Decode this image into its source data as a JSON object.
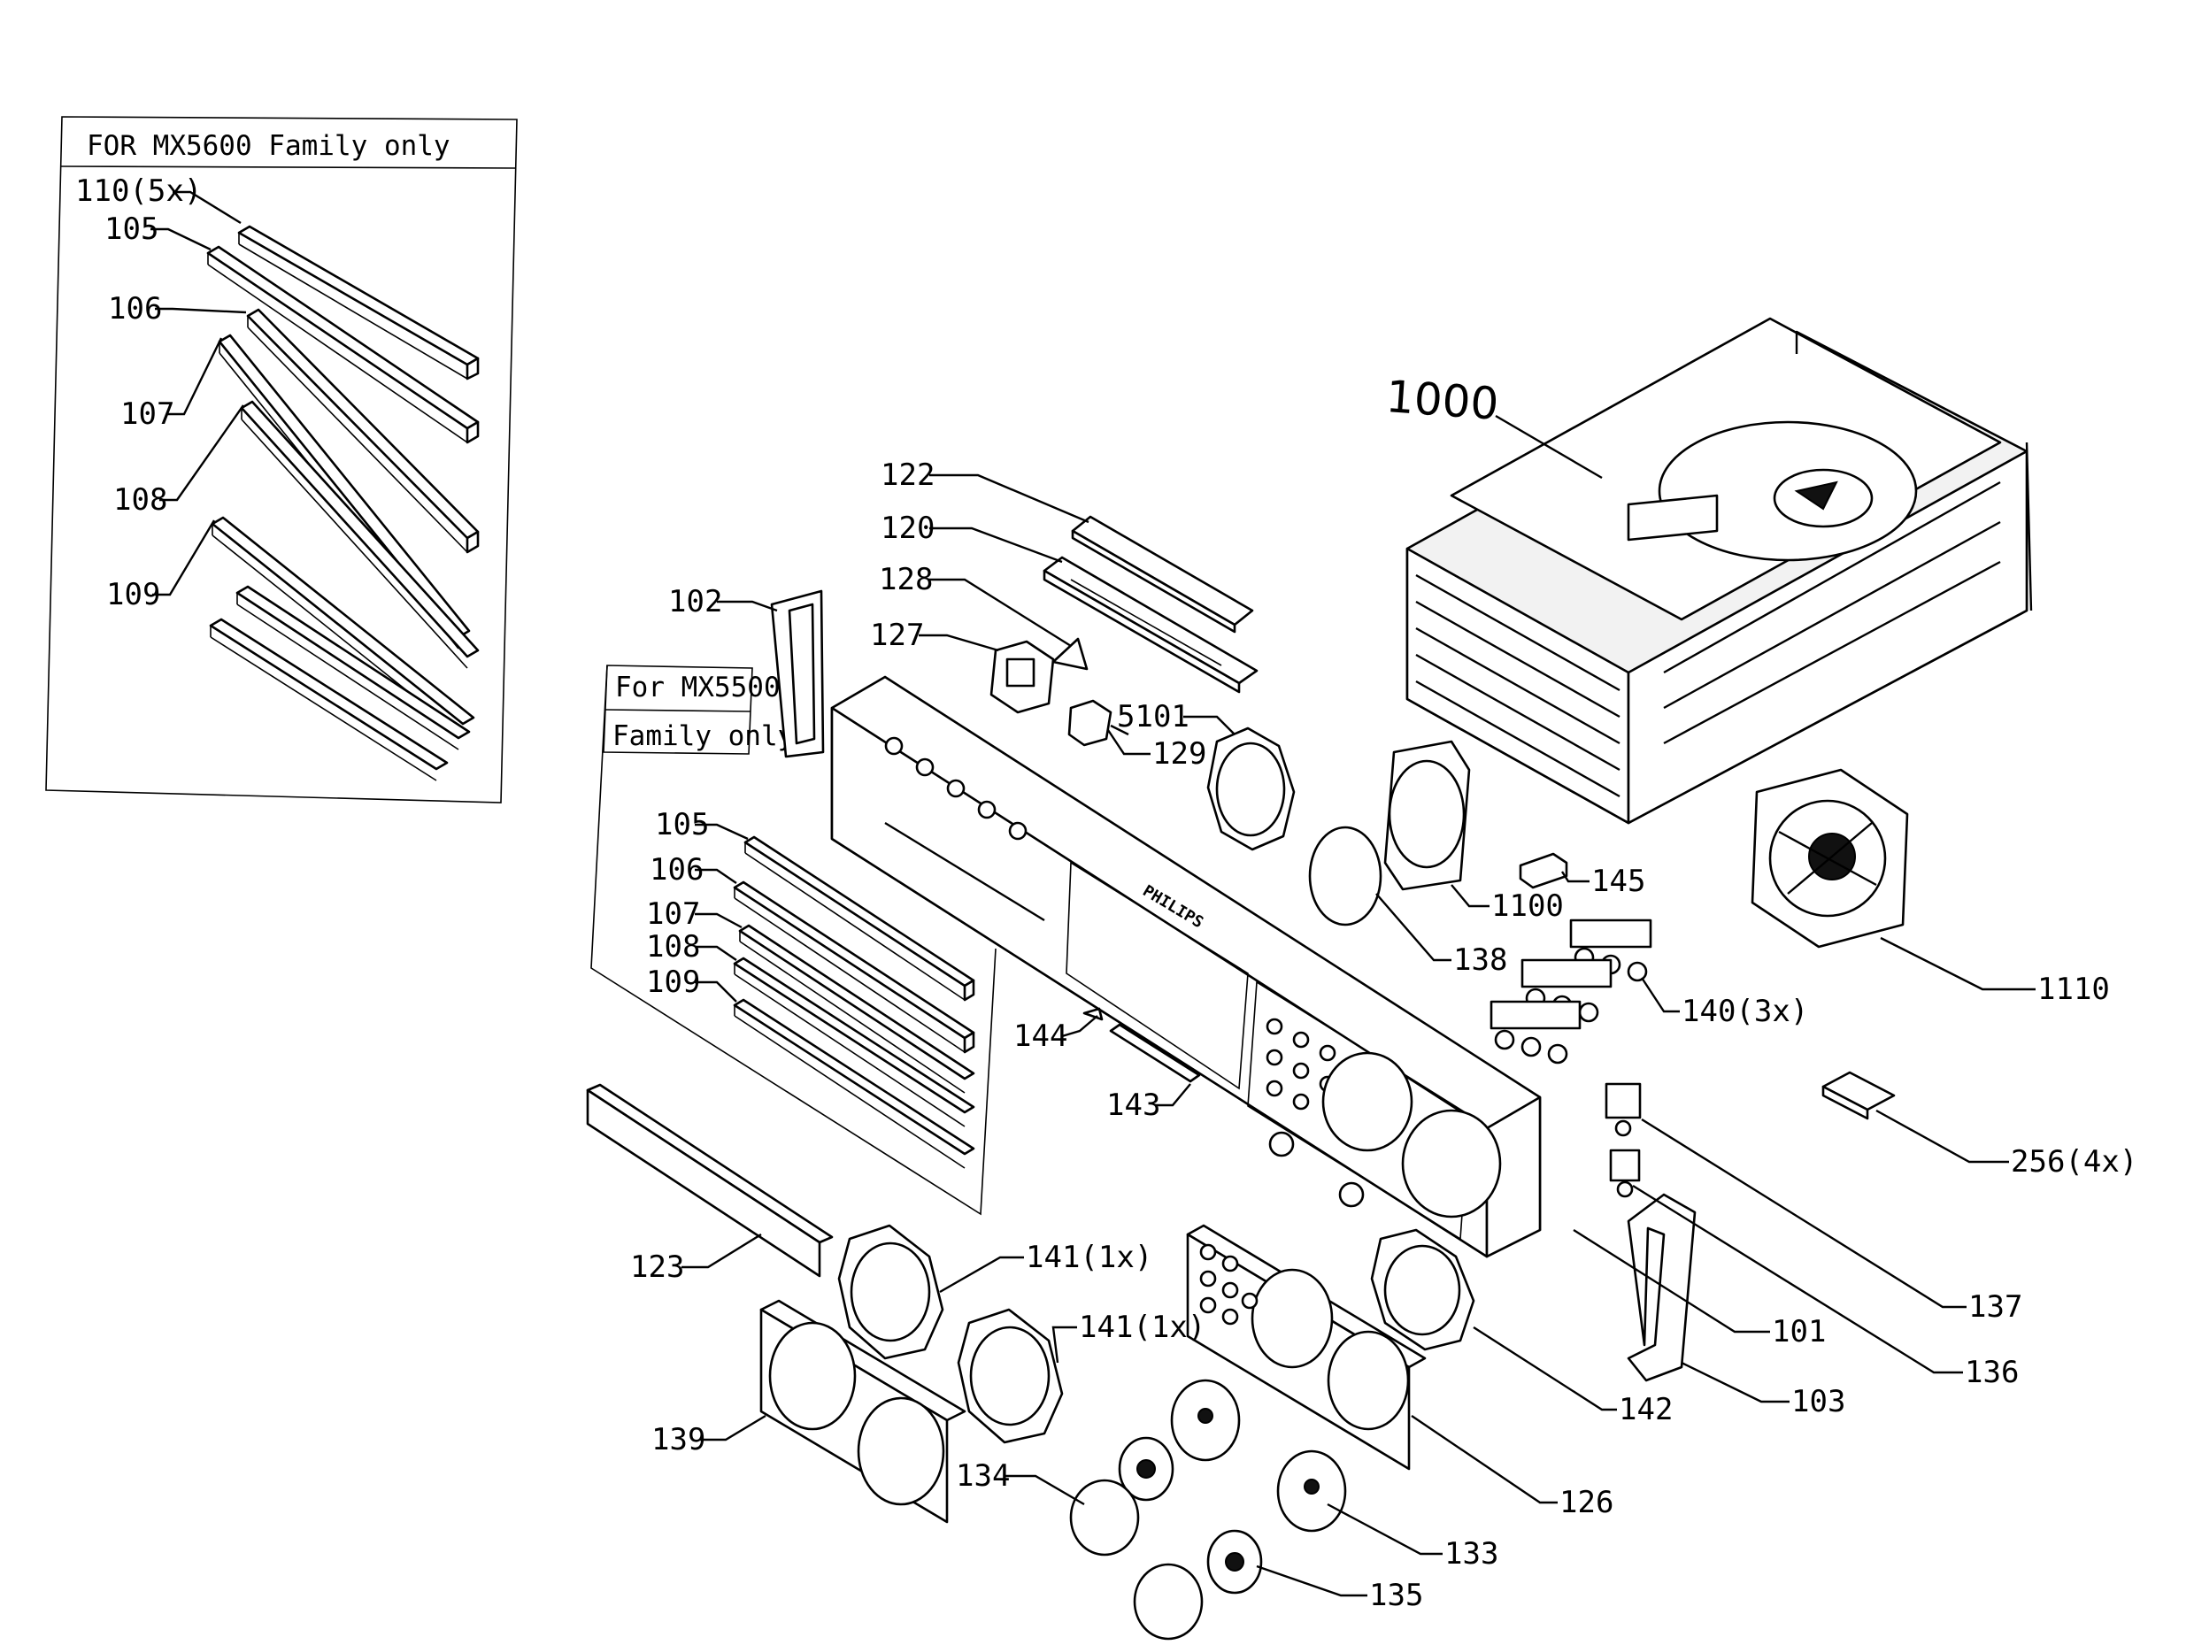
{
  "diagram": {
    "box_mx5600": {
      "title": "FOR MX5600 Family only"
    },
    "box_mx5500": {
      "line1": "For MX5500",
      "line2": "Family only"
    },
    "brand_mark": "PHILIPS",
    "labels": {
      "p110_5x": "110(5x)",
      "p105_a": "105",
      "p106_a": "106",
      "p107_a": "107",
      "p108_a": "108",
      "p109_a": "109",
      "p1000": "1000",
      "p122": "122",
      "p120": "120",
      "p128": "128",
      "p127": "127",
      "p102": "102",
      "p5101": "5101",
      "p129": "129",
      "p145": "145",
      "p1100": "1100",
      "p1110": "1110",
      "p138": "138",
      "p140_3x": "140(3x)",
      "p105_b": "105",
      "p106_b": "106",
      "p107_b": "107",
      "p108_b": "108",
      "p109_b": "109",
      "p144": "144",
      "p143": "143",
      "p256_4x": "256(4x)",
      "p137": "137",
      "p101": "101",
      "p136": "136",
      "p103": "103",
      "p142": "142",
      "p123": "123",
      "p141_a": "141(1x)",
      "p141_b": "141(1x)",
      "p139": "139",
      "p134": "134",
      "p126": "126",
      "p133": "133",
      "p135": "135"
    }
  }
}
